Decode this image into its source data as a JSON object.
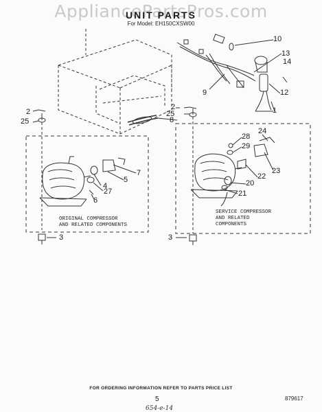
{
  "watermark": "AppliancePartsPros.com",
  "title": "UNIT PARTS",
  "model": "For Model: EH150CXSW00",
  "callouts": {
    "c1": "1",
    "c2a": "2",
    "c2b": "2",
    "c3a": "3",
    "c3b": "3",
    "c4": "4",
    "c5": "5",
    "c6": "6",
    "c7": "7",
    "c8": "8",
    "c9": "9",
    "c10": "10",
    "c12": "12",
    "c13": "13",
    "c14": "14",
    "c20": "20",
    "c21": "21",
    "c22": "22",
    "c23": "23",
    "c24": "24",
    "c25a": "25",
    "c25b": "25",
    "c27": "27",
    "c28": "28",
    "c29": "29"
  },
  "captions": {
    "original_line1": "ORIGINAL COMPRESSOR",
    "original_line2": "AND RELATED COMPONENTS",
    "service_line1": "SERVICE COMPRESSOR",
    "service_line2": "AND RELATED",
    "service_line3": "COMPONENTS"
  },
  "footer": {
    "ordering_note": "FOR ORDERING INFORMATION REFER TO PARTS PRICE LIST",
    "page_number": "5",
    "document_number": "879617",
    "handwritten_note": "654-e-14"
  }
}
